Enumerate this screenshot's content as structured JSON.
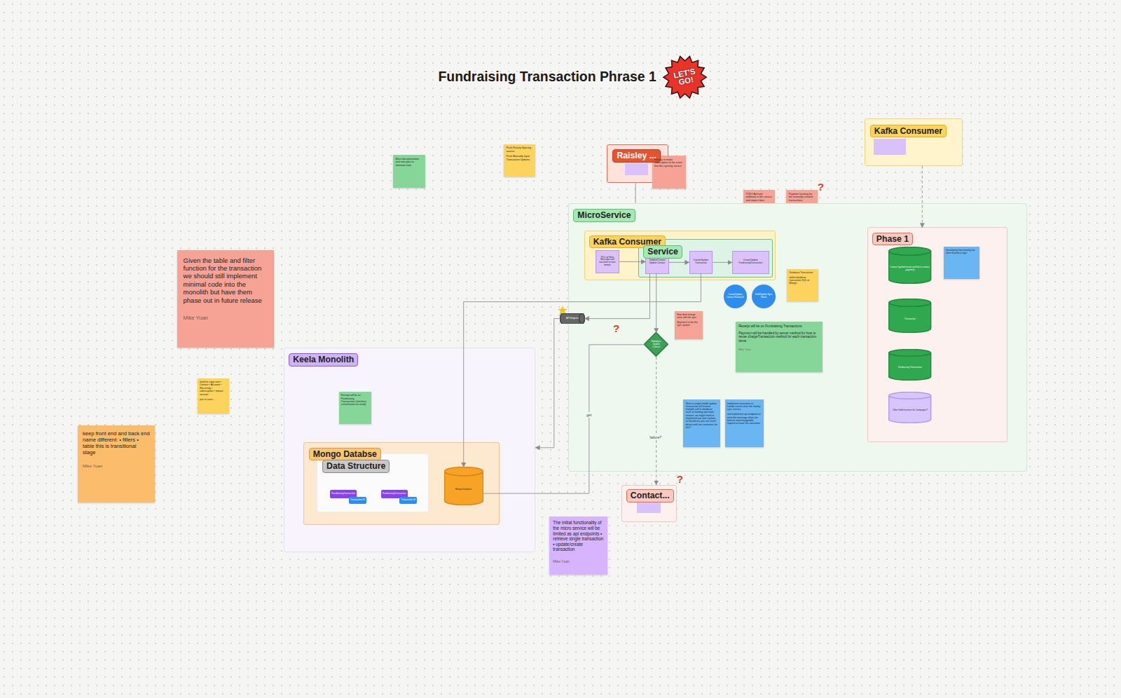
{
  "diagram": {
    "title": "Fundraising Transaction Phrase 1",
    "nodes": [
      {
        "text": [
          "More documentation and note plan to eliminate later"
        ]
      },
      {
        "text": [
          "Push Raisely Syncing service",
          "Push Manually Input Transaction Updates"
        ]
      },
      {
        "text": [
          "Raisley ..."
        ]
      },
      {
        "text": [
          "Raisley to make subscription to the event that this syncing service"
        ]
      },
      {
        "text": [
          "Kafka Consumer"
        ]
      },
      {
        "text": [
          "TODO Activate webhook in the service and impact data"
        ]
      },
      {
        "text": [
          "Payment tracking for the manually created transactions"
        ]
      },
      {
        "text": [
          "MicroService"
        ]
      },
      {
        "text": [
          "Kafka Consumer"
        ],
        "in": 7
      },
      {
        "text": [
          "Pick up New Message and translate to new format"
        ],
        "in": 8
      },
      {
        "text": [
          "Service"
        ],
        "in": 8
      },
      {
        "text": [
          "Validate/Create/ Update Contact"
        ],
        "in": 10
      },
      {
        "text": [
          "Create/Update Transaction"
        ],
        "in": 10
      },
      {
        "text": [
          "Create/Update FundraisingTransaction"
        ],
        "in": 10
      },
      {
        "text": [
          "Database Transaction",
          "within database transaction SQL or Mongo"
        ],
        "in": 7
      },
      {
        "text": [
          "Create/Update Contact Raisley ID"
        ],
        "in": 7
      },
      {
        "text": [
          "Hold/Update Sync Status"
        ],
        "in": 7
      },
      {
        "text": [
          "How does mongo store with the sync",
          "Map back to the the sync system"
        ],
        "in": 7
      },
      {
        "text": [
          "Nobody or Update Contact"
        ],
        "in": 7
      },
      {
        "text": [
          "Receipt will be on Fundraising Transactions",
          "Payment will be handled by server method for how to reuse chargeTransaction method for each transaction items",
          "Mike Yuan"
        ],
        "in": 7
      },
      {
        "text": [
          "Store a single model update transaction will involve multiple call to database such as looking up/create contact, we might need to implement our own system, or should we just use event driven and use consumer for this?"
        ],
        "in": 7
      },
      {
        "text": [
          "Implement consumer to handle events from the raisley sync service",
          "and implement api endpoint to write the message when we believe interchangeable request to have the consumer"
        ],
        "in": 7
      },
      {
        "text": [
          "Phase 1"
        ],
        "in": 7
      },
      {
        "text": [
          "Contact (update/create and link to contact, payment)"
        ],
        "in": 22
      },
      {
        "text": [
          "Transaction"
        ],
        "in": 22
      },
      {
        "text": [
          "Fundraising Transactions"
        ],
        "in": 22
      },
      {
        "text": [
          "Other fields/sections for Campaigns?"
        ],
        "in": 22
      },
      {
        "text": [
          "Developing functionality for other business logic"
        ],
        "in": 22
      },
      {
        "text": [
          "Given the table and filter function for the transaction we should still implement minimal code into the monolith but have them phase out in future release",
          "Mike Yuan"
        ]
      },
      {
        "text": [
          "API Endpoint"
        ]
      },
      {
        "text": [
          "Keela Monolith"
        ]
      },
      {
        "text": [
          "Receipt will be on Fundraising Transactions (interface created process need)"
        ],
        "in": 30
      },
      {
        "text": [
          "Mongo Databse"
        ],
        "in": 30
      },
      {
        "text": [
          "Data Structure"
        ],
        "in": 32
      },
      {
        "text": [
          "FundraisingTransaction"
        ],
        "in": 33
      },
      {
        "text": [
          "Transaction ID"
        ],
        "in": 33
      },
      {
        "text": [
          "FundraisingTransaction"
        ],
        "in": 33
      },
      {
        "text": [
          "Transaction ID"
        ],
        "in": 33
      },
      {
        "text": [
          "Mongo Database"
        ],
        "in": 32
      },
      {
        "text": [
          "need to copy over • Contact • Account • Recurring • subscription • impact session",
          "just in case..."
        ]
      },
      {
        "text": [
          "keep front end and back end name different: • filters • table this is transitional stage",
          "Mike Yuan"
        ]
      },
      {
        "text": [
          "Contact..."
        ]
      },
      {
        "text": [
          "The initial functionality of the micro service will be limited as api endpoints • retrieve single transaction • update/create transaction",
          "Mike Yuan"
        ]
      }
    ],
    "edges": [
      {
        "from": 2,
        "to": 7,
        "arrow": "none"
      },
      {
        "from": 4,
        "to": 22,
        "arrow": "to"
      },
      {
        "from": 9,
        "to": 11,
        "arrow": "to"
      },
      {
        "from": 11,
        "to": 12,
        "arrow": "to"
      },
      {
        "from": 12,
        "to": 13,
        "arrow": "to"
      },
      {
        "from": 11,
        "to": 18,
        "arrow": "to"
      },
      {
        "from": 18,
        "to": 41,
        "label": "failure?",
        "arrow": "to"
      },
      {
        "from": 12,
        "to": 38,
        "arrow": "to"
      },
      {
        "from": 29,
        "to": 30,
        "arrow": "to"
      },
      {
        "from": 18,
        "to": 38,
        "label": "get",
        "arrow": "none"
      },
      {
        "from": 11,
        "to": 29,
        "arrow": "to"
      }
    ],
    "labels": [
      "LET'S GO!",
      "?",
      "?",
      "?"
    ]
  }
}
